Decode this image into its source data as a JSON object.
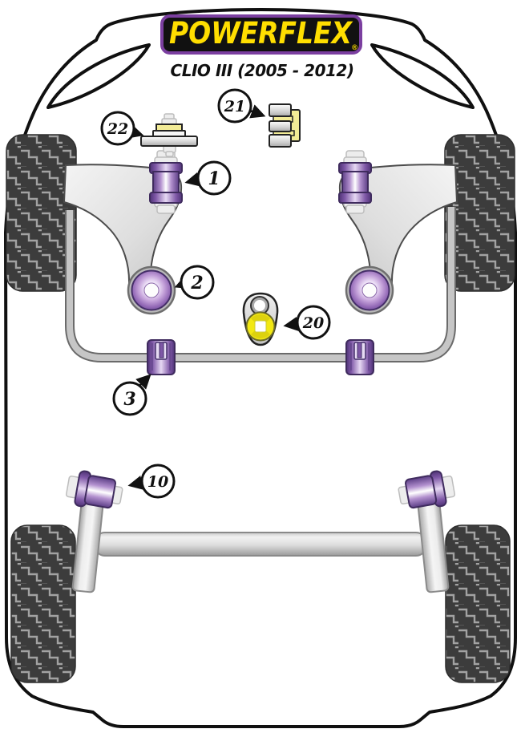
{
  "header": {
    "brand": "POWERFLEX",
    "registered": "®",
    "model": "CLIO III (2005 - 2012)"
  },
  "callouts": [
    {
      "number": "1"
    },
    {
      "number": "2"
    },
    {
      "number": "3"
    },
    {
      "number": "10"
    },
    {
      "number": "20"
    },
    {
      "number": "21"
    },
    {
      "number": "22"
    }
  ],
  "colors": {
    "logo_yellow": "#FFDE00",
    "logo_border_purple": "#7B3FA0",
    "logo_background": "#111111",
    "bushing_purple": "#9B6BC3",
    "bushing_purple_dark": "#4F3376",
    "insert_bright_yellow": "#F2E813",
    "insert_pale_yellow": "#F2EB96",
    "tire_dark": "#3C3C3C",
    "tread_line": "#A2A2A2",
    "metal_gray": "#D9D9D9",
    "outline_black": "#111111"
  }
}
